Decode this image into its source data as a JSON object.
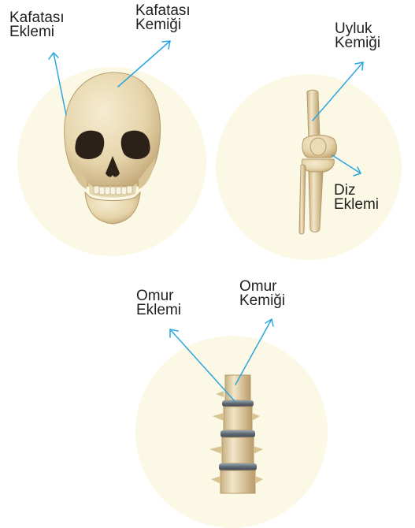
{
  "labels": {
    "skull_joint": [
      "Kafatası",
      "Eklemi"
    ],
    "skull_bone": [
      "Kafatası",
      "Kemiği"
    ],
    "femur": [
      "Uyluk",
      "Kemiği"
    ],
    "knee": [
      "Diz",
      "Eklemi"
    ],
    "vertebra_joint": [
      "Omur",
      "Eklemi"
    ],
    "vertebra_bone": [
      "Omur",
      "Kemiği"
    ]
  },
  "colors": {
    "background_circle": "#fbf8e6",
    "bone": "#e8d9b4",
    "bone_shadow": "#c4ad7f",
    "disc": "#6f7a85",
    "arrow": "#2aa6e0",
    "text": "#1f1f1f"
  }
}
